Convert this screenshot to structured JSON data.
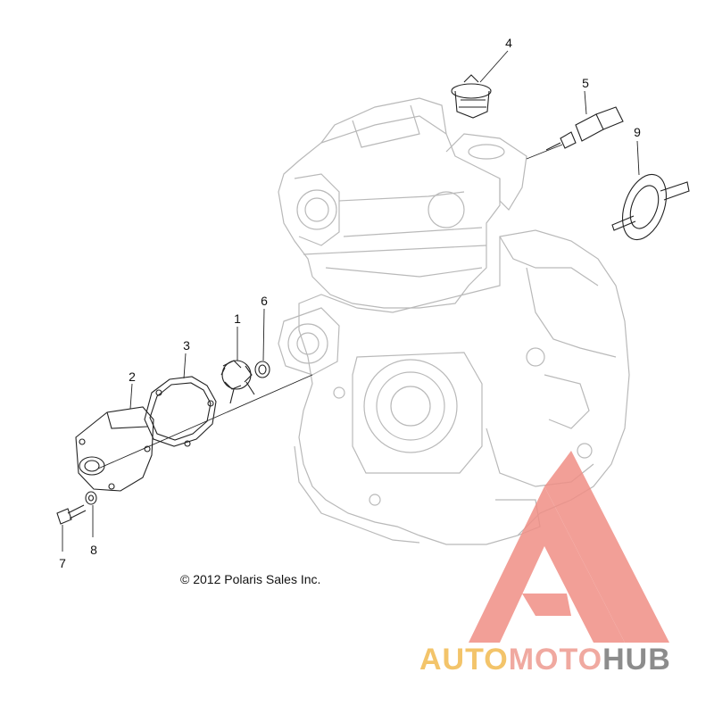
{
  "diagram": {
    "callouts": [
      {
        "id": "1",
        "label": "1"
      },
      {
        "id": "2",
        "label": "2"
      },
      {
        "id": "3",
        "label": "3"
      },
      {
        "id": "4",
        "label": "4"
      },
      {
        "id": "5",
        "label": "5"
      },
      {
        "id": "6",
        "label": "6"
      },
      {
        "id": "7",
        "label": "7"
      },
      {
        "id": "8",
        "label": "8"
      },
      {
        "id": "9",
        "label": "9"
      }
    ],
    "copyright": "© 2012 Polaris Sales Inc."
  },
  "watermark": {
    "brand_part1": "AUTO",
    "brand_part2": "MOTO",
    "brand_part3": "HUB",
    "colors": {
      "auto": "#f3c46a",
      "moto": "#f0a9a0",
      "hub": "#8c8c8c",
      "logo": "#f08f86"
    }
  }
}
